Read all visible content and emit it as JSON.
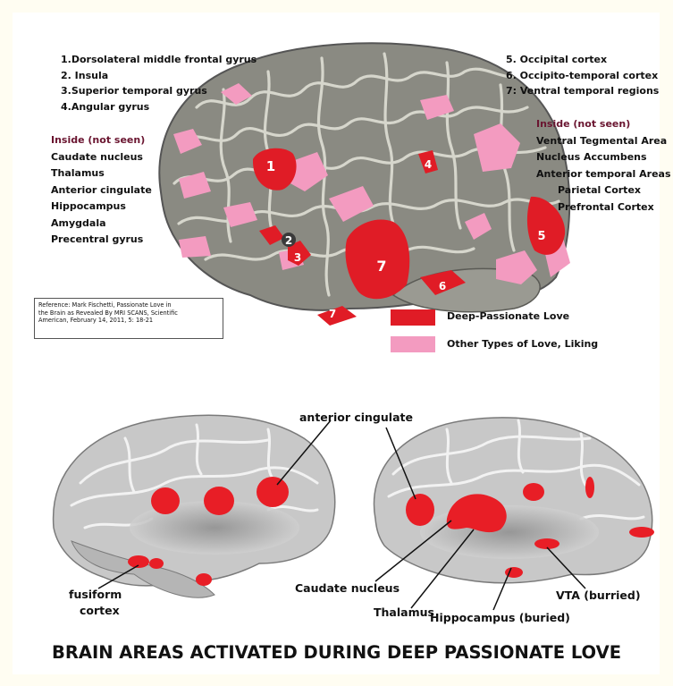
{
  "top_labels_left": [
    "1.Dorsolateral middle frontal gyrus",
    "2. Insula",
    "3.Superior temporal gyrus",
    "4.Angular gyrus"
  ],
  "top_labels_right": [
    "5. Occipital cortex",
    "6. Occipito-temporal cortex",
    "7: Ventral temporal regions"
  ],
  "inside_left": {
    "heading": "Inside (not seen)",
    "items": [
      "Caudate nucleus",
      "Thalamus",
      "Anterior cingulate",
      "Hippocampus",
      "Amygdala",
      "Precentral gyrus"
    ]
  },
  "inside_right": {
    "heading": "Inside (not seen)",
    "items": [
      "Ventral Tegmental Area",
      "Nucleus Accumbens",
      "Anterior temporal Areas",
      "Parietal Cortex",
      "Prefrontal Cortex"
    ]
  },
  "reference": {
    "lines": [
      "Reference: Mark Fischetti, Passionate Love in",
      "the Brain as Revealed By MRI SCANS, Scientific",
      "American, February 14, 2011, 5: 18-21"
    ]
  },
  "legend": [
    {
      "label": "Deep-Passionate Love",
      "color": "#e01c26"
    },
    {
      "label": "Other Types of Love, Liking",
      "color": "#f39bc0"
    }
  ],
  "region_markers": [
    "1",
    "2",
    "3",
    "4",
    "5",
    "6",
    "7",
    "7"
  ],
  "bottom_labels": {
    "anterior_cingulate": "anterior cingulate",
    "fusiform_line1": "fusiform",
    "fusiform_line2": "cortex",
    "caudate": "Caudate nucleus",
    "thalamus": "Thalamus",
    "hippocampus": "Hippocampus (buried)",
    "vta": "VTA (burried)"
  },
  "title": "BRAIN AREAS ACTIVATED DURING DEEP PASSIONATE LOVE",
  "colors": {
    "deep_love": "#e01c26",
    "other_love": "#f39bc0",
    "cortex": "#8c8c84",
    "medial_cortex": "#c4c4c4",
    "background": "#fffdf2"
  }
}
